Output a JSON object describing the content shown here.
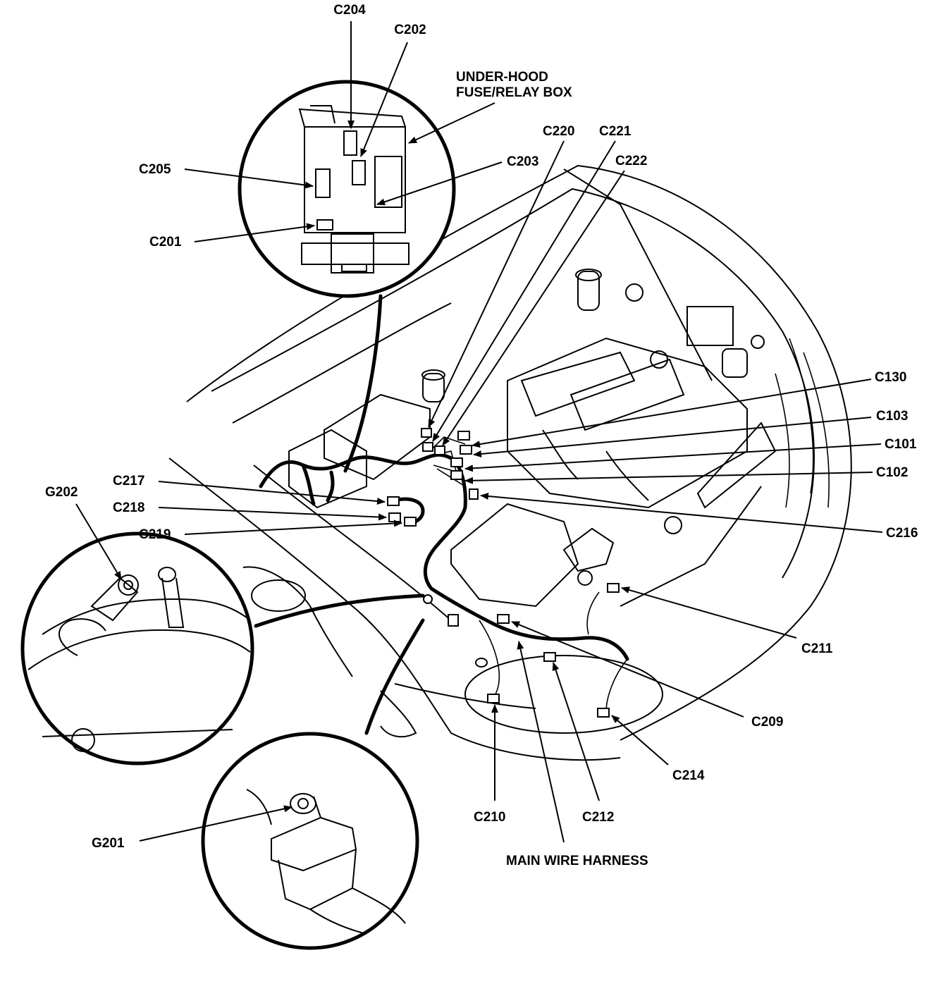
{
  "labels": {
    "c204": "C204",
    "c202": "C202",
    "fuse_box_line1": "UNDER-HOOD",
    "fuse_box_line2": "FUSE/RELAY BOX",
    "c205": "C205",
    "c203": "C203",
    "c201": "C201",
    "c220": "C220",
    "c221": "C221",
    "c222": "C222",
    "c130": "C130",
    "c103": "C103",
    "c101": "C101",
    "c102": "C102",
    "c216": "C216",
    "c217": "C217",
    "c218": "C218",
    "c219": "C219",
    "g202": "G202",
    "c211": "C211",
    "c209": "C209",
    "c214": "C214",
    "c210": "C210",
    "c212": "C212",
    "g201": "G201",
    "main_wire_harness": "MAIN WIRE HARNESS"
  },
  "colors": {
    "ink": "#000000",
    "paper": "#ffffff"
  }
}
